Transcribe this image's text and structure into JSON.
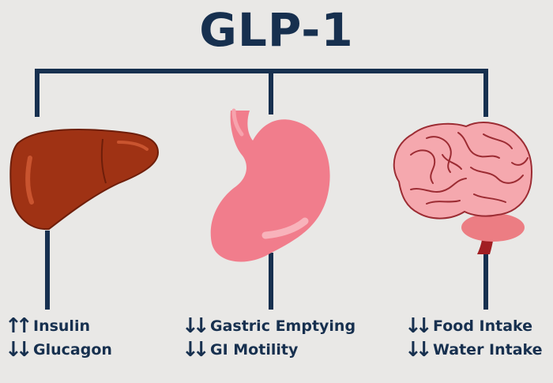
{
  "title": "GLP-1",
  "colors": {
    "navy": "#17304f",
    "liver": "#9f3214",
    "stomach": "#f17d8c",
    "brain": "#f5a8ae",
    "background": "#e9e8e6"
  },
  "organs": [
    {
      "name": "liver",
      "icon": "liver-icon",
      "effects": [
        {
          "arrow": "↑↑",
          "label": "Insulin"
        },
        {
          "arrow": "↓↓",
          "label": "Glucagon"
        }
      ]
    },
    {
      "name": "stomach",
      "icon": "stomach-icon",
      "effects": [
        {
          "arrow": "↓↓",
          "label": "Gastric Emptying"
        },
        {
          "arrow": "↓↓",
          "label": "GI Motility"
        }
      ]
    },
    {
      "name": "brain",
      "icon": "brain-icon",
      "effects": [
        {
          "arrow": "↓↓",
          "label": "Food Intake"
        },
        {
          "arrow": "↓↓",
          "label": "Water Intake"
        }
      ]
    }
  ]
}
